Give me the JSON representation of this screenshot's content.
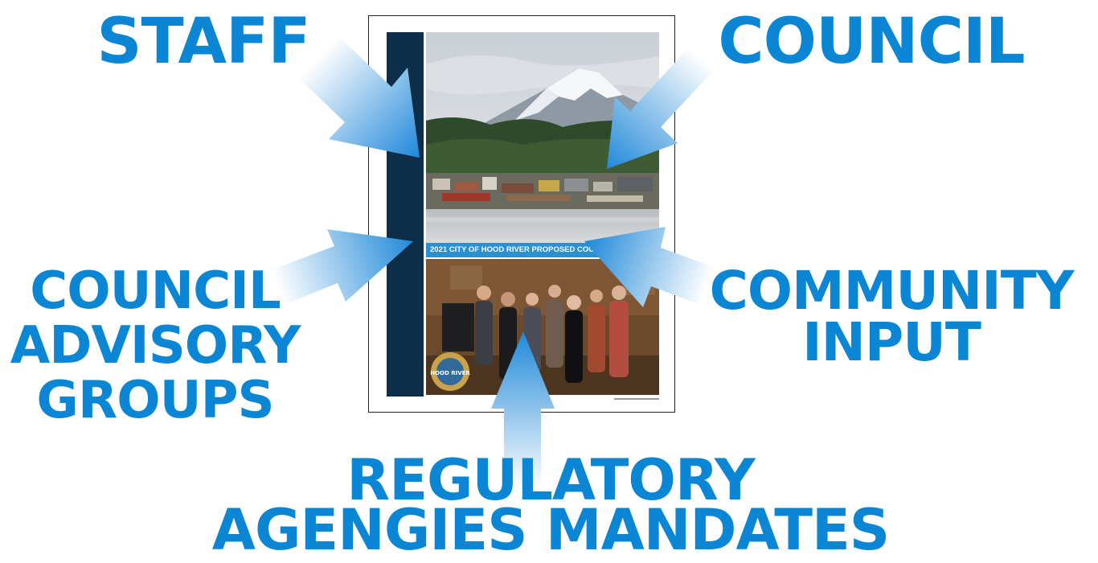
{
  "labels": {
    "staff": "STAFF",
    "council": "COUNCIL",
    "council_advisory_groups": [
      "COUNCIL",
      "ADVISORY",
      "GROUPS"
    ],
    "community_input": [
      "COMMUNITY",
      "INPUT"
    ],
    "regulatory": [
      "REGULATORY",
      "AGENGIES MANDATES"
    ]
  },
  "document": {
    "banner_text": "2021 CITY OF HOOD RIVER PROPOSED COUNCIL GOALS",
    "seal_text": "HOOD RIVER"
  },
  "colors": {
    "label_blue": "#0a86d4",
    "arrow_start": "#ffffff",
    "arrow_end": "#1f88d8",
    "sidebar_navy": "#0d2e48",
    "banner_blue": "#2a90cf"
  }
}
